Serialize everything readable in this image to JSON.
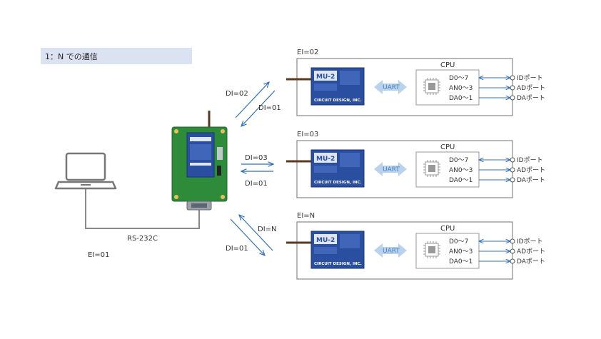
{
  "header": {
    "title": "1：N での通信"
  },
  "host": {
    "link_label": "RS-232C",
    "ei_label": "EI=01"
  },
  "colors": {
    "arrow": "#2f6fb7",
    "module": "#2b4fa0",
    "pcb": "#2e8b3a",
    "title_bg": "#dbe3f3",
    "uart_arrow": "#b9d2ee"
  },
  "links": [
    {
      "top_label": "DI=02",
      "bottom_label": "DI=01"
    },
    {
      "top_label": "DI=03",
      "bottom_label": "DI=01"
    },
    {
      "top_label": "DI=N",
      "bottom_label": "DI=01"
    }
  ],
  "nodes": [
    {
      "ei_label": "EI=02",
      "cpu_label": "CPU",
      "uart_label": "UART",
      "module_name": "MU-2",
      "module_sub": "CIRCUIT DESIGN, INC.",
      "signals": [
        "D0〜7",
        "AN0〜3",
        "DA0〜1"
      ],
      "ports": [
        "IDポート",
        "ADポート",
        "DAポート"
      ]
    },
    {
      "ei_label": "EI=03",
      "cpu_label": "CPU",
      "uart_label": "UART",
      "module_name": "MU-2",
      "module_sub": "CIRCUIT DESIGN, INC.",
      "signals": [
        "D0〜7",
        "AN0〜3",
        "DA0〜1"
      ],
      "ports": [
        "IDポート",
        "ADポート",
        "DAポート"
      ]
    },
    {
      "ei_label": "EI=N",
      "cpu_label": "CPU",
      "uart_label": "UART",
      "module_name": "MU-2",
      "module_sub": "CIRCUIT DESIGN, INC.",
      "signals": [
        "D0〜7",
        "AN0〜3",
        "DA0〜1"
      ],
      "ports": [
        "IDポート",
        "ADポート",
        "DAポート"
      ]
    }
  ]
}
